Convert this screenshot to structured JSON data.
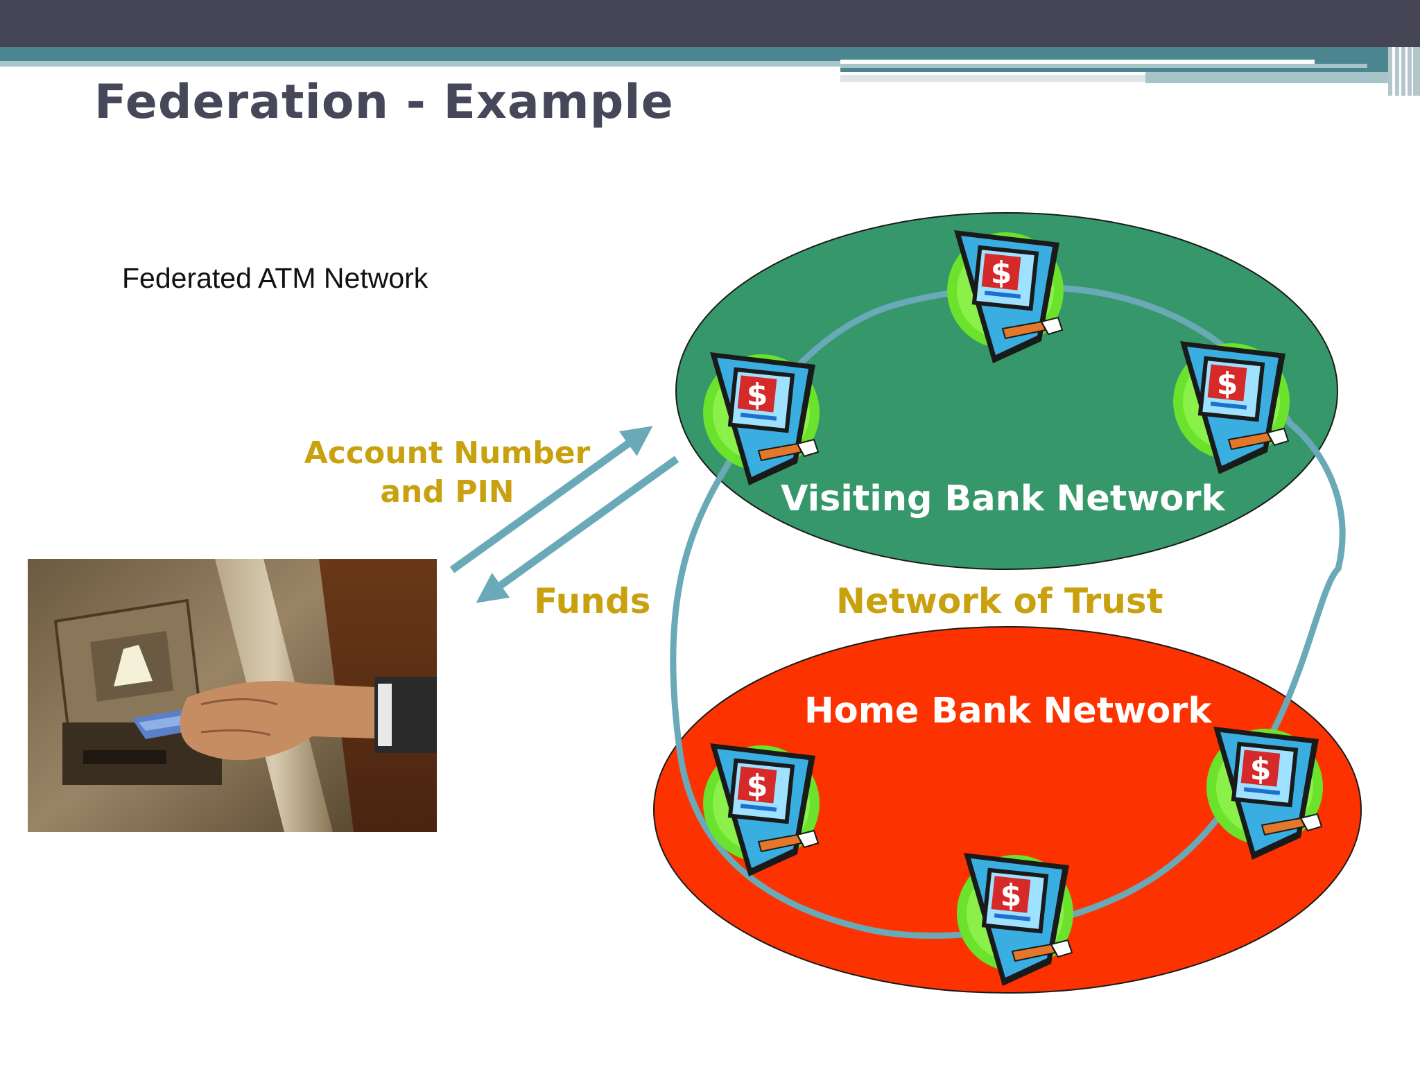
{
  "slide": {
    "title": "Federation - Example",
    "subtitle": "Federated ATM Network"
  },
  "diagram": {
    "labels": {
      "account_number_line1": "Account Number",
      "account_number_line2": "and PIN",
      "funds": "Funds",
      "network_of_trust": "Network of Trust",
      "visiting_bank_network": "Visiting Bank Network",
      "home_bank_network": "Home Bank Network"
    },
    "atm_symbol": "$",
    "colors": {
      "title": "#46485a",
      "label_gold": "#c9a10f",
      "visiting_network_fill": "#36986a",
      "home_network_fill": "#fc3300",
      "trust_ring": "#6aa9b8",
      "top_bar": "#464556"
    },
    "icons": [
      "atm-icon",
      "arrow-icon",
      "photo-atm-card"
    ]
  }
}
